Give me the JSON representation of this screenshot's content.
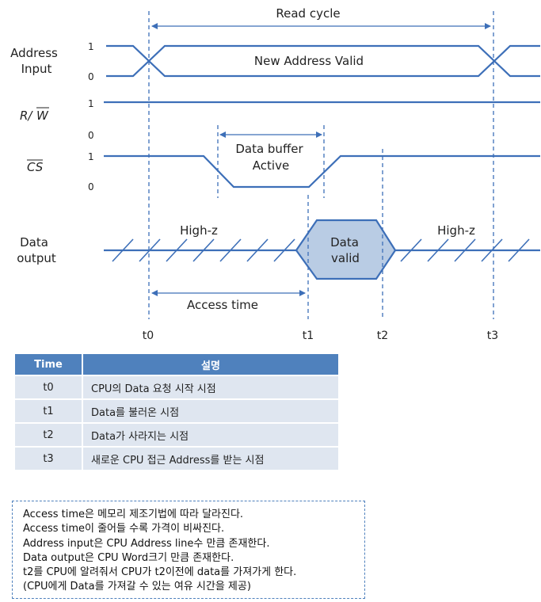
{
  "signals": {
    "address_line1": "Address",
    "address_line2": "Input",
    "rw_r": "R/",
    "rw_w": "W",
    "cs": "CS",
    "data_line1": "Data",
    "data_line2": "output"
  },
  "levels": {
    "addr_high": "1",
    "addr_low": "0",
    "rw_high": "1",
    "rw_low": "0",
    "cs_high": "1",
    "cs_low": "0"
  },
  "annotations": {
    "read_cycle": "Read cycle",
    "new_address_valid": "New Address Valid",
    "data_buffer_line1": "Data buffer",
    "data_buffer_line2": "Active",
    "high_z_left": "High-z",
    "high_z_right": "High-z",
    "data_valid_line1": "Data",
    "data_valid_line2": "valid",
    "access_time": "Access time"
  },
  "time_marks": [
    "t0",
    "t1",
    "t2",
    "t3"
  ],
  "colors": {
    "line": "#3d6fb8",
    "data_fill": "#b9cce4",
    "table_header": "#4f81bd",
    "table_row": "#dfe6f0"
  },
  "table": {
    "headers": [
      "Time",
      "설명"
    ],
    "rows": [
      [
        "t0",
        "CPU의 Data 요청 시작 시점"
      ],
      [
        "t1",
        "Data를 불러온 시점"
      ],
      [
        "t2",
        "Data가 사라지는 시점"
      ],
      [
        "t3",
        "새로운 CPU 접근 Address를 받는 시점"
      ]
    ]
  },
  "notes": [
    "Access time은 메모리 제조기법에 따라 달라진다.",
    "Access time이 줄어들 수록 가격이 비싸진다.",
    "Address input은 CPU Address line수 만큼 존재한다.",
    "Data output은 CPU Word크기 만큼 존재한다.",
    "t2를 CPU에 알려줘서 CPU가 t2이전에 data를 가져가게 한다.",
    "(CPU에게 Data를 가져갈 수 있는 여유 시간을 제공)"
  ]
}
